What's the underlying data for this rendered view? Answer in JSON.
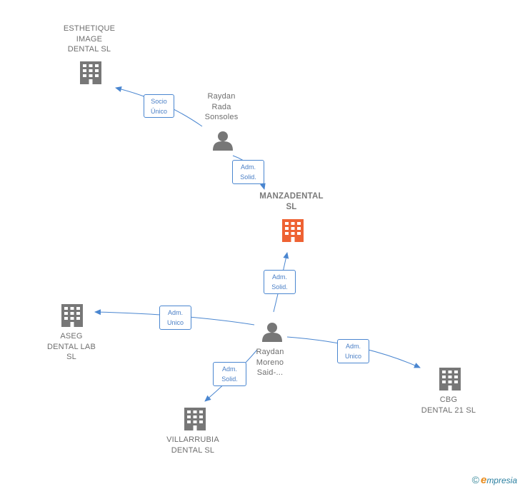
{
  "colors": {
    "edge": "#4a86d0",
    "building": "#777777",
    "building_main": "#ee6233",
    "person": "#777777"
  },
  "nodes": {
    "esthetique": {
      "label": "ESTHETIQUE\nIMAGE\nDENTAL SL",
      "icon": "building-icon"
    },
    "raydan_rada": {
      "label": "Raydan\nRada\nSonsoles",
      "icon": "person-icon"
    },
    "manzadental": {
      "label": "MANZADENTAL\nSL",
      "icon": "building-icon"
    },
    "aseg": {
      "label": "ASEG\nDENTAL LAB\nSL",
      "icon": "building-icon"
    },
    "raydan_moreno": {
      "label": "Raydan\nMoreno\nSaid-...",
      "icon": "person-icon"
    },
    "cbg": {
      "label": "CBG\nDENTAL 21  SL",
      "icon": "building-icon"
    },
    "villarrubia": {
      "label": "VILLARRUBIA\nDENTAL  SL",
      "icon": "building-icon"
    }
  },
  "edges": {
    "e1": {
      "label": "Socio\nÚnico"
    },
    "e2": {
      "label": "Adm.\nSolid."
    },
    "e3": {
      "label": "Adm.\nSolid."
    },
    "e4": {
      "label": "Adm.\nUnico"
    },
    "e5": {
      "label": "Adm.\nUnico"
    },
    "e6": {
      "label": "Adm.\nSolid."
    }
  },
  "footer": {
    "copyright": "©",
    "brand_e": "e",
    "brand_rest": "mpresia"
  }
}
